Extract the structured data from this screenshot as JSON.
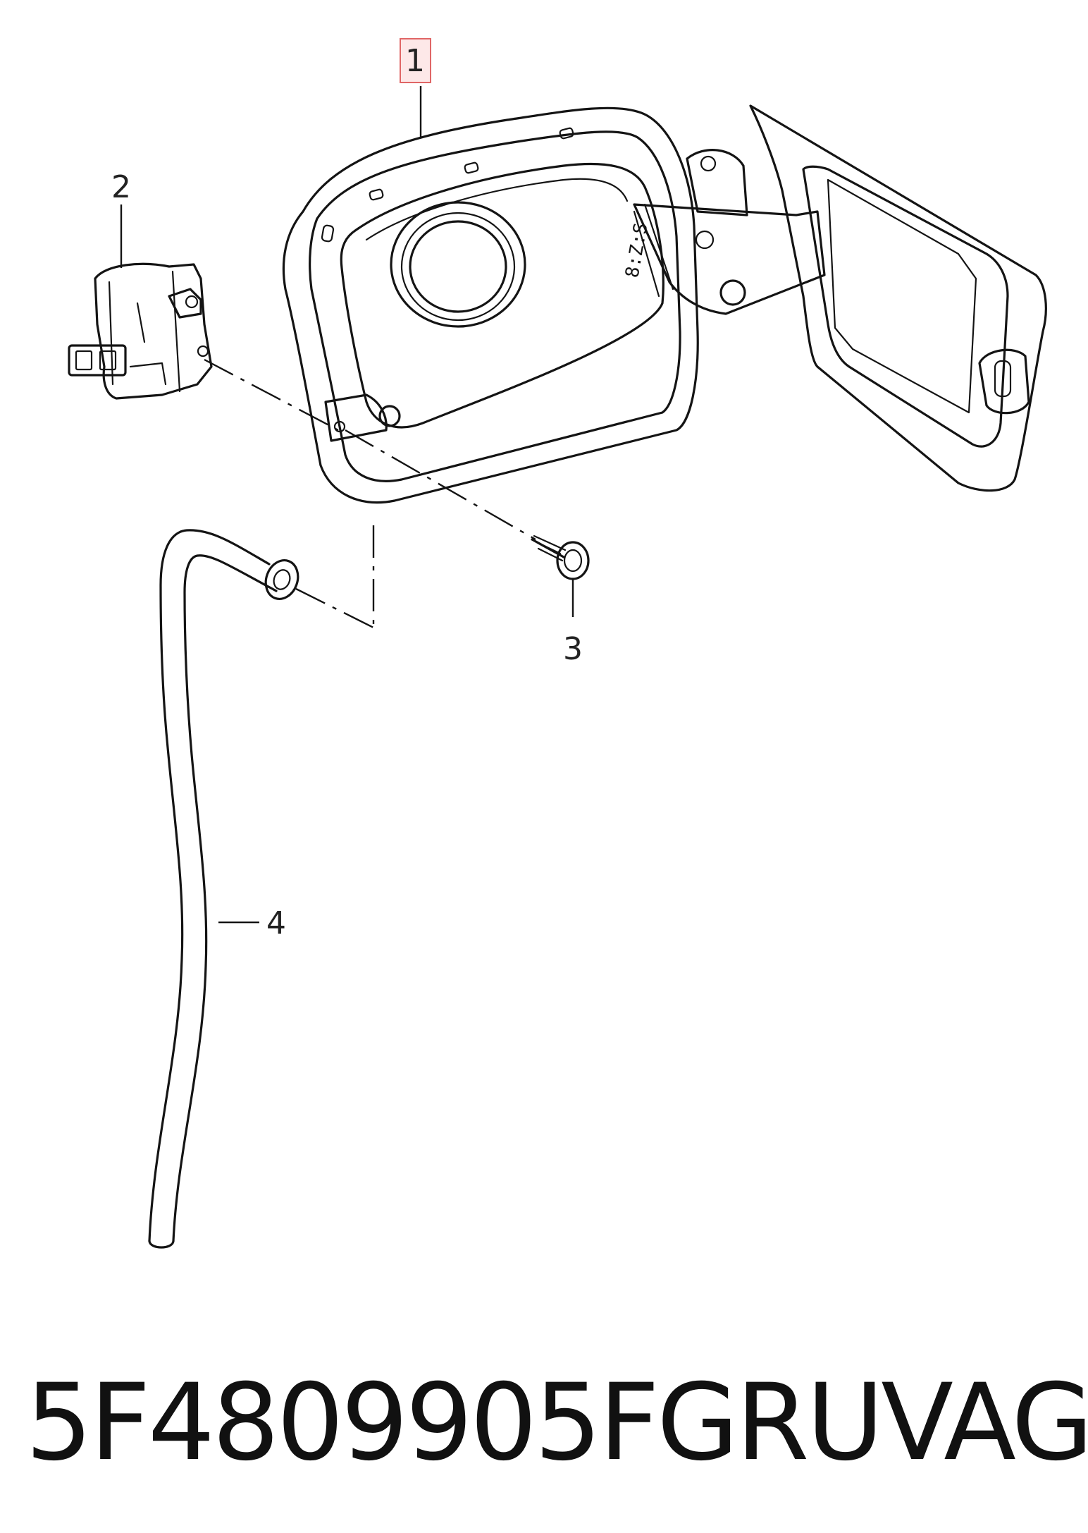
{
  "callouts": {
    "c1": "1",
    "c2": "2",
    "c3": "3",
    "c4": "4"
  },
  "caption": {
    "part_number": "5F4809905FGRU",
    "brand": "VAG"
  },
  "colors": {
    "line": "#141414",
    "highlight_box": "#e06666",
    "highlight_fill": "#fde8e8"
  }
}
